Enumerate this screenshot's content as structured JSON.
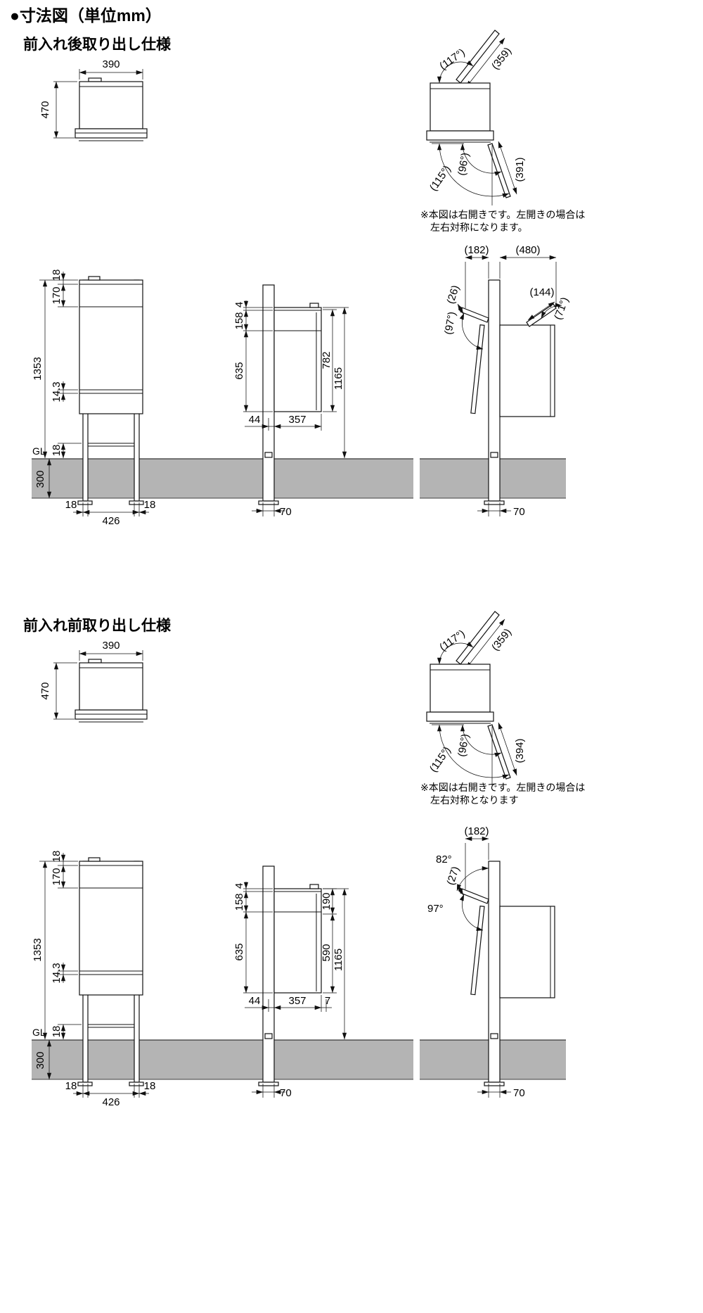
{
  "page": {
    "header": "●寸法図（単位mm）"
  },
  "colors": {
    "line": "#111111",
    "ground": "#b4b4b4"
  },
  "section1": {
    "title": "前入れ後取り出し仕様",
    "front": {
      "width": "390",
      "height": "470"
    },
    "open": {
      "lid_angle": "(117°)",
      "lid_length": "(359)",
      "inner_angle": "(96°)",
      "door_length": "(391)",
      "swing_angle": "(115°)"
    },
    "note": {
      "line1": "※本図は右開きです。左開きの場合は",
      "line2": "左右対称になります。"
    },
    "ground": {
      "gl": "GL",
      "depth": "300"
    },
    "left": {
      "top18": "18",
      "head": "170",
      "total": "1353",
      "gap": "14.3",
      "bottom18": "18",
      "leg_left": "18",
      "span": "426",
      "leg_right": "18"
    },
    "mid": {
      "d4": "4",
      "d158": "158",
      "d635": "635",
      "d782": "782",
      "d1165": "1165",
      "d44": "44",
      "d357": "357",
      "post": "70"
    },
    "right": {
      "d182": "(182)",
      "d480": "(480)",
      "d26": "(26)",
      "a97": "(97°)",
      "d144": "(144)",
      "a71": "(71°)",
      "post": "70"
    }
  },
  "section2": {
    "title": "前入れ前取り出し仕様",
    "front": {
      "width": "390",
      "height": "470"
    },
    "open": {
      "lid_angle": "(117°)",
      "lid_length": "(359)",
      "inner_angle": "(96°)",
      "door_length": "(394)",
      "swing_angle": "(115°)"
    },
    "note": {
      "line1": "※本図は右開きです。左開きの場合は",
      "line2": "左右対称となります"
    },
    "ground": {
      "gl": "GL",
      "depth": "300"
    },
    "left": {
      "top18": "18",
      "head": "170",
      "total": "1353",
      "gap": "14.3",
      "bottom18": "18",
      "leg_left": "18",
      "span": "426",
      "leg_right": "18"
    },
    "mid": {
      "d4": "4",
      "d158": "158",
      "d635": "635",
      "d190": "190",
      "d590": "590",
      "d1165": "1165",
      "d44": "44",
      "d357": "357",
      "d7": "7",
      "post": "70"
    },
    "right": {
      "d182": "(182)",
      "a82": "82°",
      "d27": "(27)",
      "a97": "97°",
      "post": "70"
    }
  }
}
